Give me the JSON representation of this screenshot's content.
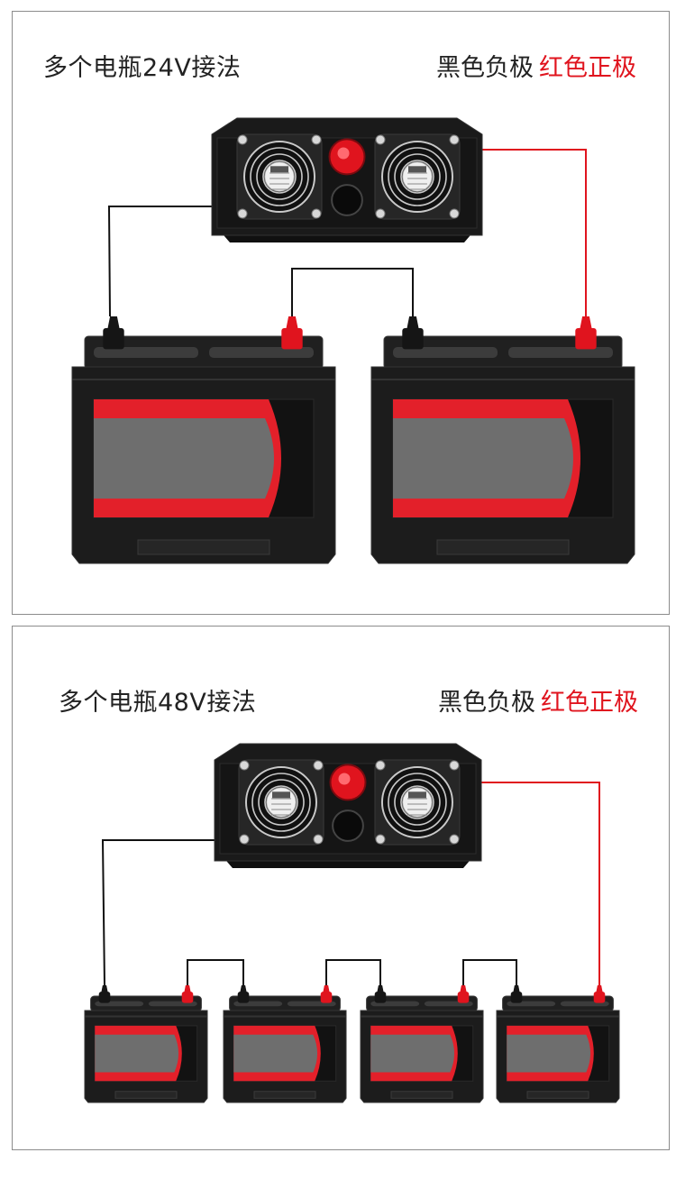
{
  "panels": [
    {
      "title": "多个电瓶24V接法",
      "legend": {
        "negative": "黑色负极",
        "positive": "红色正极"
      },
      "battery_count": 2
    },
    {
      "title": "多个电瓶48V接法",
      "legend": {
        "negative": "黑色负极",
        "positive": "红色正极"
      },
      "battery_count": 4
    }
  ],
  "colors": {
    "wire_negative": "#111111",
    "wire_positive": "#e0141e",
    "battery_body": "#1c1c1c",
    "battery_stripe": "#e3202a",
    "battery_window": "#6e6e6e",
    "inverter_body": "#1a1a1a",
    "fan_guard": "#c9c9c9",
    "terminal_red": "#e0141e"
  },
  "icons": [
    "inverter-icon",
    "fan-icon",
    "battery-icon",
    "terminal-positive-icon",
    "terminal-negative-icon"
  ]
}
